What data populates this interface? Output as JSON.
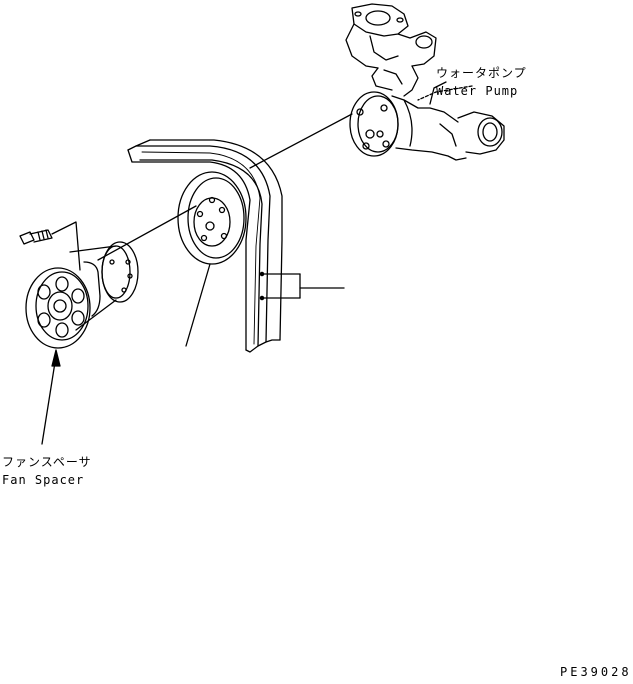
{
  "labels": {
    "water_pump_jp": "ウォータポンプ",
    "water_pump_en": "Water Pump",
    "fan_spacer_jp": "ファンスペーサ",
    "fan_spacer_en": "Fan Spacer",
    "drawing_number": "PE39028"
  }
}
